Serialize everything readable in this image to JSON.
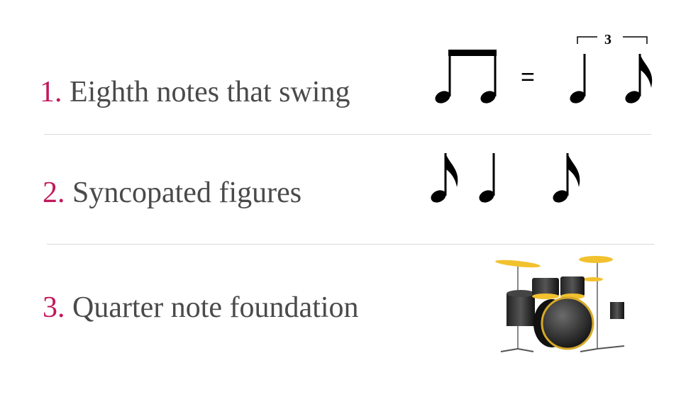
{
  "items": [
    {
      "number": "1.",
      "text": " Eighth notes that swing"
    },
    {
      "number": "2.",
      "text": " Syncopated figures"
    },
    {
      "number": "3.",
      "text": " Quarter note foundation"
    }
  ],
  "notation": {
    "equals_sign": "=",
    "triplet_number": "3"
  },
  "colors": {
    "number_accent": "#c2185b",
    "body_text": "#4a4a4a",
    "divider": "#d9d9d9",
    "cymbal_gold": "#f2c12e"
  },
  "icons": [
    "eighth-note-pair-icon",
    "quarter-note-icon",
    "eighth-note-icon",
    "drum-kit-icon"
  ]
}
